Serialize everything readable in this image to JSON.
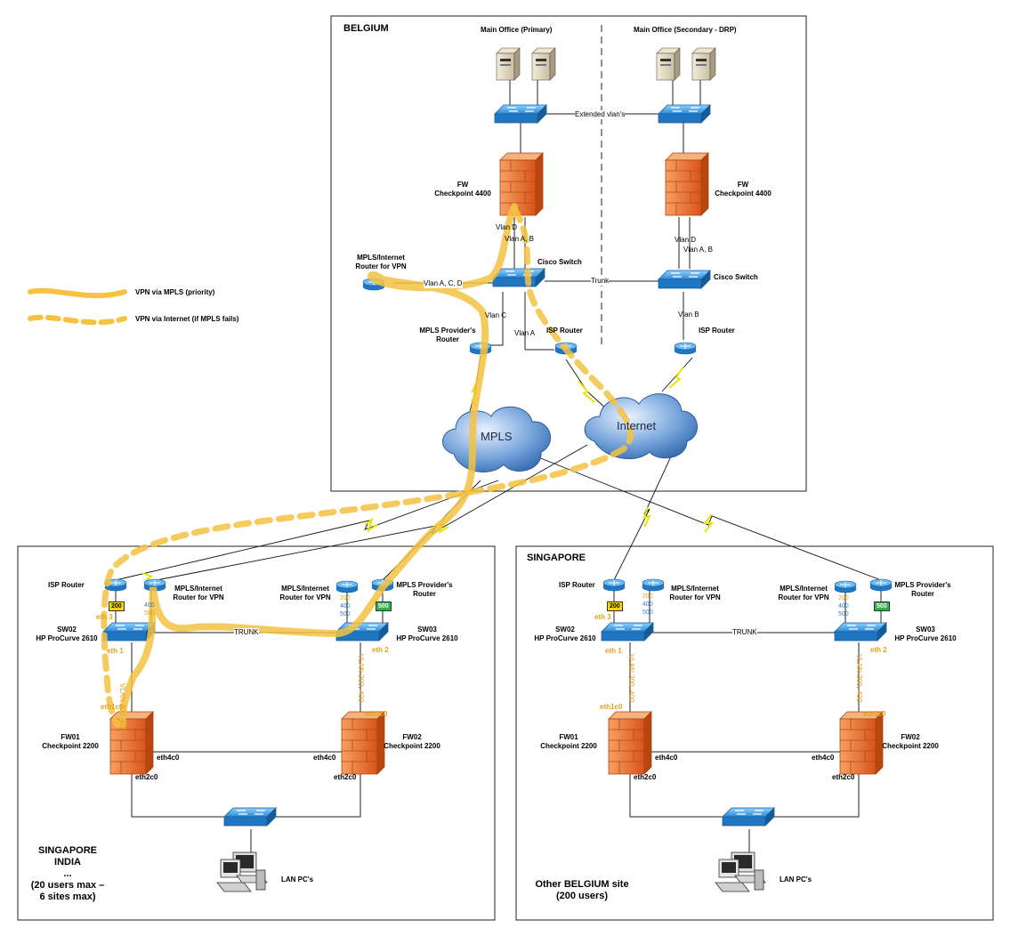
{
  "legend": {
    "mpls": "VPN via MPLS (priority)",
    "internet": "VPN via Internet (if MPLS fails)"
  },
  "colors": {
    "vpn_path": "#f5c242",
    "wan_link": "#e6e600",
    "switch": "#2d8fd8",
    "firewall": "#e36a1e",
    "cloud": "#4f86c6",
    "vlan_text": "#e3a21a",
    "sub_text": "#3a7fc1",
    "tag_green": "#2db34a",
    "tag_yellow": "#f7d600"
  },
  "belgium": {
    "title": "BELGIUM",
    "primary_label": "Main Office (Primary)",
    "secondary_label": "Main Office (Secondary - DRP)",
    "extended_vlans": "Extended vlan's",
    "fw_primary": [
      "FW",
      "Checkpoint 4400"
    ],
    "fw_secondary": [
      "FW",
      "Checkpoint 4400"
    ],
    "vlan_d_left": "Vlan D",
    "vlan_ab_left": "Vlan A, B",
    "vlan_d_right": "Vlan D",
    "vlan_ab_right": "Vlan A, B",
    "mpls_router_vpn": [
      "MPLS/Internet",
      "Router for VPN"
    ],
    "cisco_switch_left": "Cisco Switch",
    "cisco_switch_right": "Cisco Switch",
    "vlan_acd": "Vlan A, C, D",
    "trunk": "Trunk",
    "vlan_c": "Vlan C",
    "vlan_a": "Vlan A",
    "vlan_b": "Vlan B",
    "mpls_provider_router": [
      "MPLS Provider's",
      "Router"
    ],
    "isp_router_left": "ISP Router",
    "isp_router_right": "ISP Router",
    "mpls_cloud": "MPLS",
    "internet_cloud": "Internet"
  },
  "site_left": {
    "isp_router": "ISP Router",
    "mpls_internet_router": [
      "MPLS/Internet",
      "Router for VPN"
    ],
    "mpls_internet_router_2": [
      "MPLS/Internet",
      "Router for VPN"
    ],
    "mpls_provider_router": [
      "MPLS Provider's",
      "Router"
    ],
    "tag_200": "200",
    "tag_500": "500",
    "sub_400_500_a": [
      "400",
      "500"
    ],
    "sub_200_400_500": [
      "200",
      "400",
      "500"
    ],
    "eth3": "eth 3",
    "eth1": "eth 1",
    "eth2": "eth 2",
    "sw02": [
      "SW02",
      "HP ProCurve 2610"
    ],
    "sw03": [
      "SW03",
      "HP ProCurve 2610"
    ],
    "trunk": "TRUNK",
    "vlan_left": "VLAN 200, 400",
    "vlan_right": "VLAN 200, 400",
    "eth1c0_left": "eth1c0",
    "eth1c0_right": "eth1c0",
    "fw01": [
      "FW01",
      "Checkpoint 2200"
    ],
    "fw02": [
      "FW02",
      "Checkpoint 2200"
    ],
    "eth4c0_left": "eth4c0",
    "eth4c0_right": "eth4c0",
    "eth2c0_left": "eth2c0",
    "eth2c0_right": "eth2c0",
    "lan_pcs": "LAN PC's",
    "site_note": [
      "SINGAPORE",
      "INDIA",
      "...",
      "(20 users max –",
      "6 sites max)"
    ]
  },
  "site_right": {
    "title": "SINGAPORE",
    "isp_router": "ISP Router",
    "mpls_internet_router": [
      "MPLS/Internet",
      "Router for VPN"
    ],
    "mpls_internet_router_2": [
      "MPLS/Internet",
      "Router for VPN"
    ],
    "mpls_provider_router": [
      "MPLS Provider's",
      "Router"
    ],
    "tag_200": "200",
    "tag_500": "500",
    "sub_200_400_500_a": [
      "200",
      "400",
      "500"
    ],
    "sub_200_400_500_b": [
      "200",
      "400",
      "500"
    ],
    "eth3": "eth 3",
    "eth1": "eth 1",
    "eth2": "eth 2",
    "sw02": [
      "SW02",
      "HP ProCurve 2610"
    ],
    "sw03": [
      "SW03",
      "HP ProCurve 2610"
    ],
    "trunk": "TRUNK",
    "vlan_left": "VLAN 200, 400",
    "vlan_right": "VLAN 200, 400",
    "eth1c0_left": "eth1c0",
    "eth1c0_right": "eth1c0",
    "fw01": [
      "FW01",
      "Checkpoint 2200"
    ],
    "fw02": [
      "FW02",
      "Checkpoint 2200"
    ],
    "eth4c0_left": "eth4c0",
    "eth4c0_right": "eth4c0",
    "eth2c0_left": "eth2c0",
    "eth2c0_right": "eth2c0",
    "lan_pcs": "LAN PC's",
    "site_note": [
      "Other BELGIUM site",
      "(200 users)"
    ]
  }
}
